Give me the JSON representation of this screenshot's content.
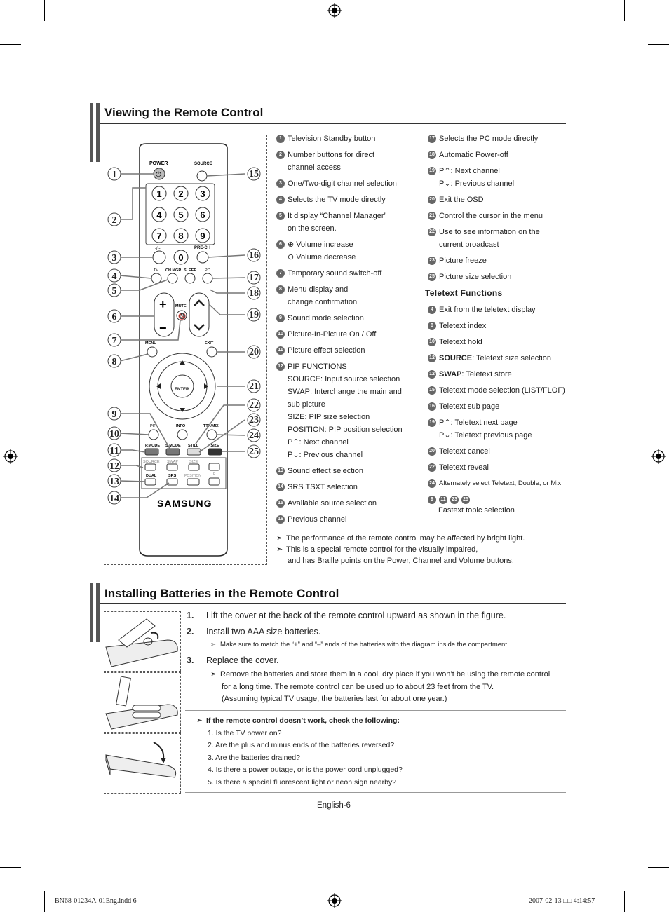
{
  "section1": {
    "title": "Viewing the Remote Control"
  },
  "remote": {
    "power_label": "POWER",
    "source_label": "SOURCE",
    "digits": [
      "1",
      "2",
      "3",
      "4",
      "5",
      "6",
      "7",
      "8",
      "9",
      "0"
    ],
    "dash_label": "-/--",
    "prech_label": "PRE-CH",
    "tv_label": "TV",
    "chmgr_label": "CH MGR",
    "sleep_label": "SLEEP",
    "pc_label": "PC",
    "mute_label": "MUTE",
    "menu_label": "MENU",
    "exit_label": "EXIT",
    "enter_label": "ENTER",
    "pip_label": "PIP",
    "info_label": "INFO",
    "ttx_label": "TTX/MIX",
    "pmode_label": "P.MODE",
    "smode_label": "S.MODE",
    "still_label": "STILL",
    "psize_label": "P.SIZE",
    "src2_label": "SOURCE",
    "swap_label": "SWAP",
    "size_label": "SIZE",
    "dual_label": "DUAL",
    "srs_label": "SRS",
    "position_label": "POSITION",
    "p_label": "P",
    "brand": "SAMSUNG",
    "callouts_left": [
      "1",
      "2",
      "3",
      "4",
      "5",
      "6",
      "7",
      "8",
      "9",
      "10",
      "11",
      "12",
      "13",
      "14"
    ],
    "callouts_right": [
      "15",
      "16",
      "17",
      "18",
      "19",
      "20",
      "21",
      "22",
      "23",
      "24",
      "25"
    ]
  },
  "functions_col1": [
    {
      "n": "1",
      "text": "Television Standby button"
    },
    {
      "n": "2",
      "text": "Number buttons for direct\nchannel access"
    },
    {
      "n": "3",
      "text": "One/Two-digit channel selection"
    },
    {
      "n": "4",
      "text": "Selects the TV mode directly"
    },
    {
      "n": "5",
      "text": "It display “Channel Manager”\non the screen."
    },
    {
      "n": "6",
      "text": "⊕ Volume increase\n⊖ Volume decrease"
    },
    {
      "n": "7",
      "text": "Temporary sound switch-off"
    },
    {
      "n": "8",
      "text": "Menu display and\nchange confirmation"
    },
    {
      "n": "9",
      "text": "Sound mode selection"
    },
    {
      "n": "10",
      "text": "Picture-In-Picture On / Off"
    },
    {
      "n": "11",
      "text": "Picture effect selection"
    },
    {
      "n": "12",
      "text": "PIP FUNCTIONS\nSOURCE: Input source selection\nSWAP: Interchange the main and\n          sub picture\nSIZE: PIP size selection\nPOSITION: PIP position selection\nP⌃: Next channel\nP⌄: Previous channel"
    },
    {
      "n": "13",
      "text": "Sound effect selection"
    },
    {
      "n": "14",
      "text": "SRS TSXT selection"
    },
    {
      "n": "15",
      "text": "Available source selection"
    },
    {
      "n": "16",
      "text": "Previous channel"
    }
  ],
  "functions_col2": [
    {
      "n": "17",
      "text": "Selects the PC mode directly"
    },
    {
      "n": "18",
      "text": "Automatic Power-off"
    },
    {
      "n": "19",
      "text": "P⌃: Next channel\nP⌄: Previous channel"
    },
    {
      "n": "20",
      "text": "Exit the OSD"
    },
    {
      "n": "21",
      "text": "Control the cursor in the menu"
    },
    {
      "n": "22",
      "text": "Use to see information on the\ncurrent broadcast"
    },
    {
      "n": "23",
      "text": "Picture freeze"
    },
    {
      "n": "25",
      "text": "Picture size selection"
    }
  ],
  "teletext": {
    "heading": "Teletext Functions",
    "items": [
      {
        "n": "4",
        "text": "Exit from the teletext display"
      },
      {
        "n": "8",
        "text": "Teletext index"
      },
      {
        "n": "10",
        "text": "Teletext hold"
      },
      {
        "n": "12",
        "bold": "SOURCE",
        "text": ": Teletext size selection"
      },
      {
        "n": "12",
        "bold": "SWAP",
        "text": ": Teletext store"
      },
      {
        "n": "15",
        "text": "Teletext mode selection (LIST/FLOF)"
      },
      {
        "n": "16",
        "text": " Teletext sub page"
      },
      {
        "n": "19",
        "text": "P⌃: Teletext next page\nP⌄: Teletext previous page"
      },
      {
        "n": "20",
        "text": "Teletext cancel"
      },
      {
        "n": "22",
        "text": "Teletext reveal"
      },
      {
        "n": "24",
        "text": "Alternately select Teletext, Double, or Mix.",
        "small": true
      }
    ],
    "fastext_nums": [
      "9",
      "11",
      "23",
      "25"
    ],
    "fastext_text": "Fastext topic selection"
  },
  "notes1": [
    "The performance of the remote control may be affected by bright light.",
    "This is a special remote control for the visually impaired,",
    "and has Braille points on the Power, Channel and Volume buttons."
  ],
  "section2": {
    "title": "Installing Batteries in the Remote Control"
  },
  "steps": [
    {
      "n": "1.",
      "text": "Lift the cover at the back of the remote control upward as shown in the figure."
    },
    {
      "n": "2.",
      "text": "Install two AAA size batteries."
    },
    {
      "n": "3.",
      "text": "Replace the cover."
    }
  ],
  "step2_note": "Make sure to match the “+” and “–” ends of the batteries with the diagram inside the compartment.",
  "step3_note": [
    "Remove the batteries and store them in a cool, dry place if you won’t be using the remote control",
    "for a long time. The remote control can be used up to about 23 feet from the TV.",
    "(Assuming typical TV usage, the batteries last for about one year.)"
  ],
  "trouble": {
    "heading": "If the remote control doesn’t work, check the following:",
    "items": [
      "1. Is the TV power on?",
      "2. Are the plus and minus ends of the batteries reversed?",
      "3. Are the batteries drained?",
      "4. Is there a power outage, or is the power cord unplugged?",
      "5. Is there a special fluorescent light or neon sign nearby?"
    ]
  },
  "page_number": "English-6",
  "footer_left": "BN68-01234A-01Eng.indd   6",
  "footer_right": "2007-02-13   □□ 4:14:57"
}
